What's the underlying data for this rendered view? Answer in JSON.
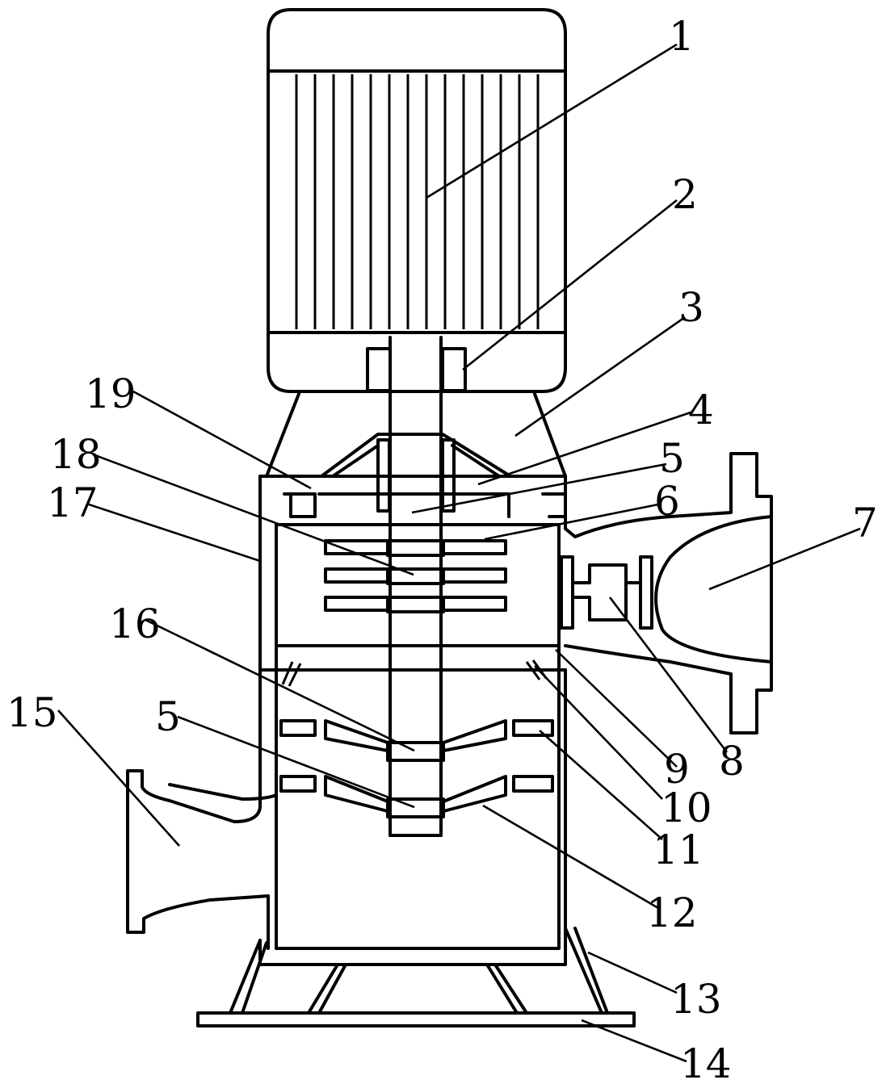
{
  "diagram": {
    "labels": [
      {
        "id": "label-1",
        "text": "1"
      },
      {
        "id": "label-2",
        "text": "2"
      },
      {
        "id": "label-3",
        "text": "3"
      },
      {
        "id": "label-4",
        "text": "4"
      },
      {
        "id": "label-5-top",
        "text": "5"
      },
      {
        "id": "label-6",
        "text": "6"
      },
      {
        "id": "label-7",
        "text": "7"
      },
      {
        "id": "label-8",
        "text": "8"
      },
      {
        "id": "label-9",
        "text": "9"
      },
      {
        "id": "label-10",
        "text": "10"
      },
      {
        "id": "label-11",
        "text": "11"
      },
      {
        "id": "label-12",
        "text": "12"
      },
      {
        "id": "label-13",
        "text": "13"
      },
      {
        "id": "label-14",
        "text": "14"
      },
      {
        "id": "label-15",
        "text": "15"
      },
      {
        "id": "label-16",
        "text": "16"
      },
      {
        "id": "label-5-bottom",
        "text": "5"
      },
      {
        "id": "label-17",
        "text": "17"
      },
      {
        "id": "label-18",
        "text": "18"
      },
      {
        "id": "label-19",
        "text": "19"
      }
    ]
  }
}
